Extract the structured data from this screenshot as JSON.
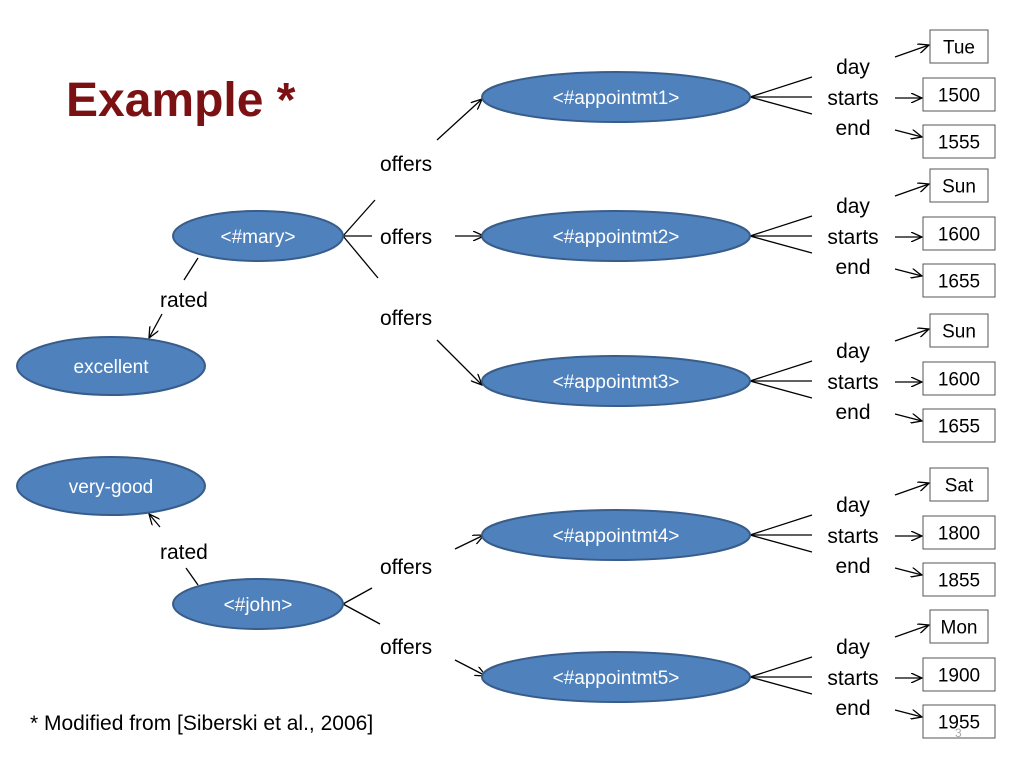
{
  "title": "Example *",
  "footnote": "* Modified from [Siberski et al., 2006]",
  "page_number": "3",
  "people": [
    {
      "label": "<#mary>"
    },
    {
      "label": "<#john>"
    }
  ],
  "ratings": [
    {
      "label": "excellent",
      "edge": "rated"
    },
    {
      "label": "very-good",
      "edge": "rated"
    }
  ],
  "offers_label": "offers",
  "property_labels": {
    "day": "day",
    "starts": "starts",
    "end": "end"
  },
  "appointments": [
    {
      "label": "<#appointmt1>",
      "day": "Tue",
      "starts": "1500",
      "end": "1555"
    },
    {
      "label": "<#appointmt2>",
      "day": "Sun",
      "starts": "1600",
      "end": "1655"
    },
    {
      "label": "<#appointmt3>",
      "day": "Sun",
      "starts": "1600",
      "end": "1655"
    },
    {
      "label": "<#appointmt4>",
      "day": "Sat",
      "starts": "1800",
      "end": "1855"
    },
    {
      "label": "<#appointmt5>",
      "day": "Mon",
      "starts": "1900",
      "end": "1955"
    }
  ]
}
